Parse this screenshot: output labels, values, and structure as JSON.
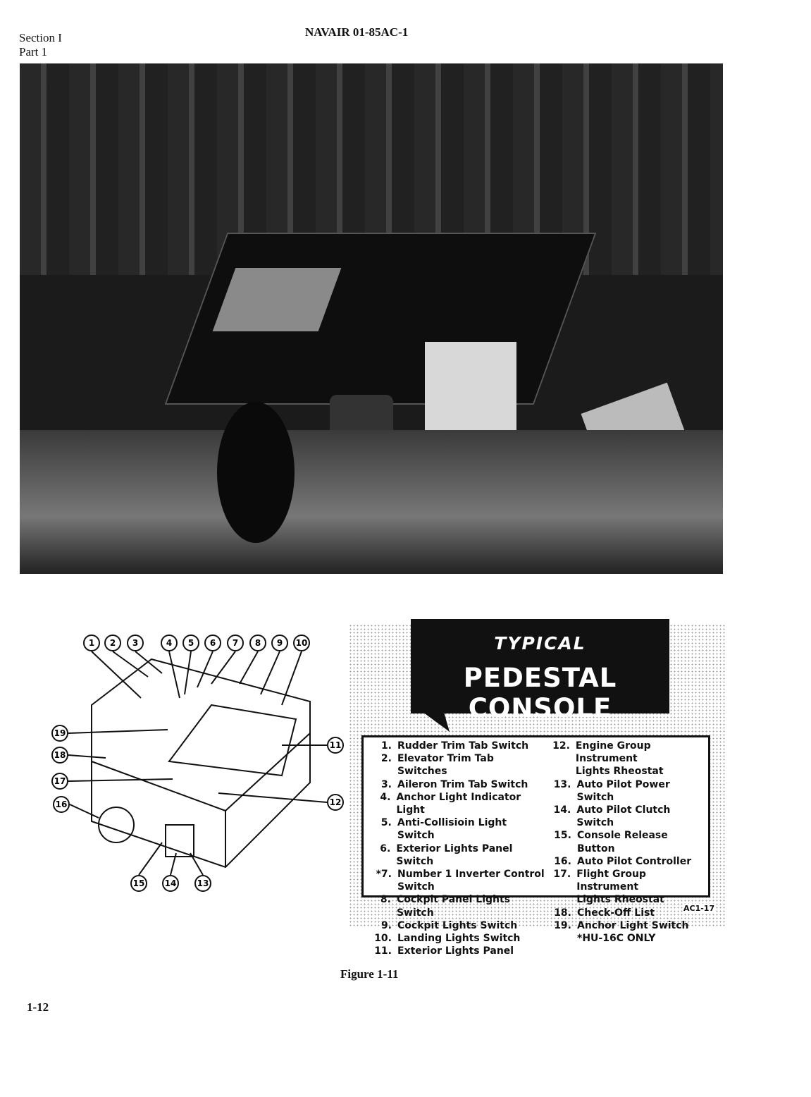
{
  "header": {
    "section": "Section I",
    "part": "Part 1",
    "doc_number": "NAVAIR 01-85AC-1"
  },
  "figure": {
    "banner_line1": "TYPICAL",
    "banner_line2": "PEDESTAL CONSOLE",
    "callouts": [
      "1",
      "2",
      "3",
      "4",
      "5",
      "6",
      "7",
      "8",
      "9",
      "10",
      "11",
      "12",
      "13",
      "14",
      "15",
      "16",
      "17",
      "18",
      "19"
    ],
    "legend_left": [
      {
        "num": "1.",
        "label": "Rudder Trim Tab Switch"
      },
      {
        "num": "2.",
        "label": "Elevator Trim Tab Switches"
      },
      {
        "num": "3.",
        "label": "Aileron Trim Tab Switch"
      },
      {
        "num": "4.",
        "label": "Anchor Light Indicator Light"
      },
      {
        "num": "5.",
        "label": "Anti-Collisioin Light Switch"
      },
      {
        "num": "6.",
        "label": "Exterior Lights Panel Switch"
      },
      {
        "num": "*7.",
        "label": "Number 1 Inverter Control\nSwitch"
      },
      {
        "num": "8.",
        "label": "Cockpit Panel Lights Switch"
      },
      {
        "num": "9.",
        "label": "Cockpit Lights Switch"
      },
      {
        "num": "10.",
        "label": "Landing Lights Switch"
      },
      {
        "num": "11.",
        "label": "Exterior Lights Panel"
      }
    ],
    "legend_right": [
      {
        "num": "12.",
        "label": "Engine Group Instrument\nLights Rheostat"
      },
      {
        "num": "13.",
        "label": "Auto Pilot Power Switch"
      },
      {
        "num": "14.",
        "label": "Auto Pilot Clutch Switch"
      },
      {
        "num": "15.",
        "label": "Console Release Button"
      },
      {
        "num": "16.",
        "label": "Auto Pilot Controller"
      },
      {
        "num": "17.",
        "label": "Flight Group Instrument\nLights Rheostat"
      },
      {
        "num": "18.",
        "label": "Check-Off List"
      },
      {
        "num": "19.",
        "label": "Anchor Light Switch"
      },
      {
        "num": "",
        "label": "*HU-16C ONLY"
      }
    ],
    "art_code": "AC1-17",
    "caption": "Figure 1-11"
  },
  "footer": {
    "page_number": "1-12"
  }
}
